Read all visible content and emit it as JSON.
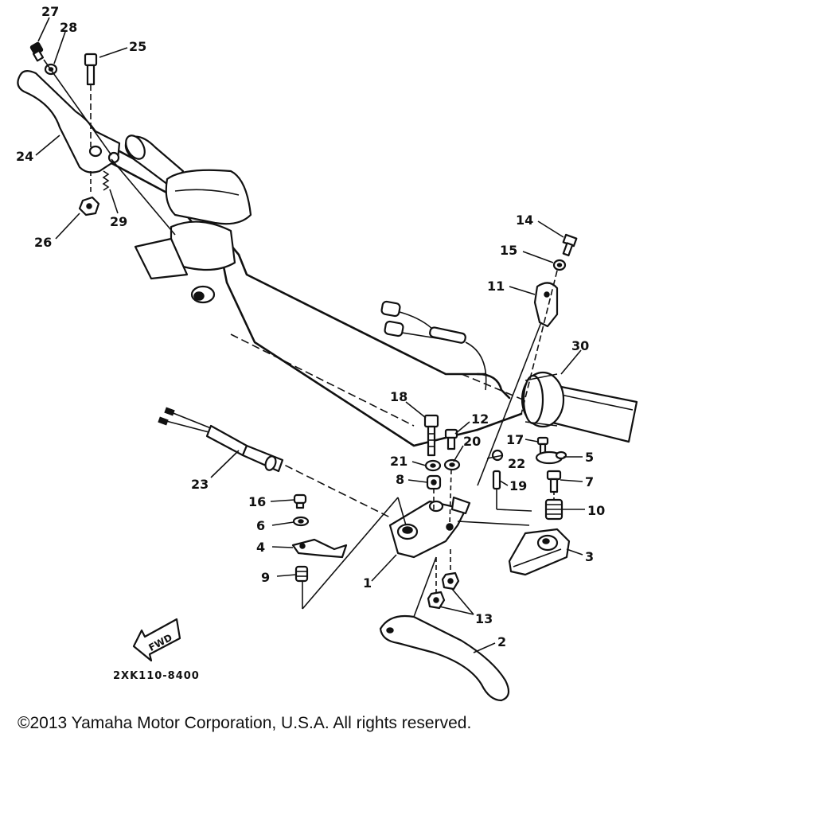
{
  "callouts": {
    "p1": "1",
    "p2": "2",
    "p3": "3",
    "p4": "4",
    "p5": "5",
    "p6": "6",
    "p7": "7",
    "p8": "8",
    "p9": "9",
    "p10": "10",
    "p11": "11",
    "p12": "12",
    "p13": "13",
    "p14": "14",
    "p15": "15",
    "p16": "16",
    "p17": "17",
    "p18": "18",
    "p19": "19",
    "p20": "20",
    "p21": "21",
    "p22": "22",
    "p23": "23",
    "p24": "24",
    "p25": "25",
    "p26": "26",
    "p27": "27",
    "p28": "28",
    "p29": "29",
    "p30": "30"
  },
  "fwd_label": "FWD",
  "diagram_code": "2XK110-8400",
  "copyright": "©2013 Yamaha Motor Corporation, U.S.A. All rights reserved."
}
